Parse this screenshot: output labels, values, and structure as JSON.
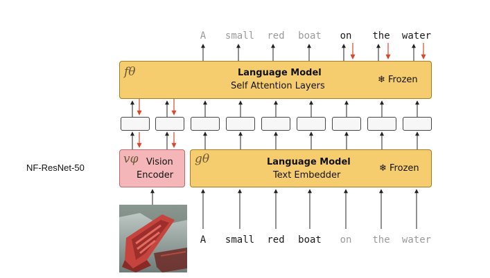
{
  "side_label": "NF-ResNet-50",
  "top_tokens": [
    {
      "text": "A",
      "style": "dim"
    },
    {
      "text": "small",
      "style": "dim"
    },
    {
      "text": "red",
      "style": "dim"
    },
    {
      "text": "boat",
      "style": "dim"
    },
    {
      "text": "on",
      "style": "dark"
    },
    {
      "text": "the",
      "style": "dark"
    },
    {
      "text": "water",
      "style": "dark"
    }
  ],
  "bottom_tokens": [
    {
      "text": "A",
      "style": "dark"
    },
    {
      "text": "small",
      "style": "dark"
    },
    {
      "text": "red",
      "style": "dark"
    },
    {
      "text": "boat",
      "style": "dark"
    },
    {
      "text": "on",
      "style": "dim"
    },
    {
      "text": "the",
      "style": "dim"
    },
    {
      "text": "water",
      "style": "dim"
    }
  ],
  "self_attention": {
    "symbol": "fθ",
    "title": "Language Model",
    "subtitle": "Self Attention Layers",
    "frozen": "❄ Frozen"
  },
  "text_embedder": {
    "symbol": "gθ",
    "title": "Language Model",
    "subtitle": "Text Embedder",
    "frozen": "❄ Frozen"
  },
  "vision_encoder": {
    "symbol": "vφ",
    "label_line1": "Vision",
    "label_line2": "Encoder"
  },
  "slot_count": 9,
  "colors": {
    "language_model_fill": "#f6cd6e",
    "vision_encoder_fill": "#f4b6b8",
    "gradient_arrow": "#d9472b",
    "forward_arrow": "#222222"
  },
  "image": {
    "description_icon": "red-boat-photo"
  }
}
